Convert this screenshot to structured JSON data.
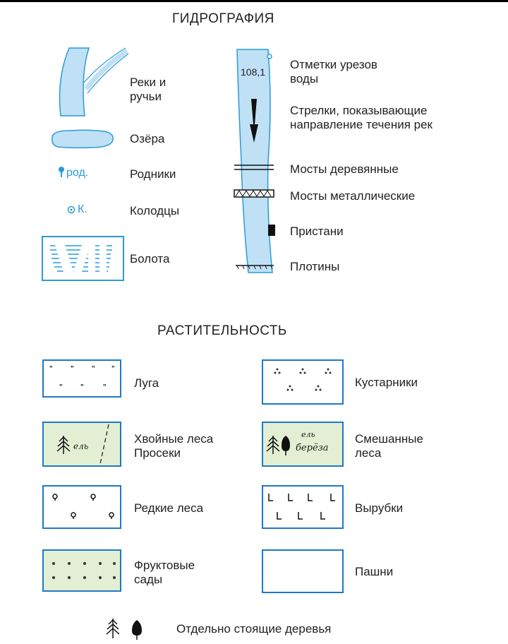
{
  "hydrography": {
    "title": "ГИДРОГРАФИЯ",
    "left": [
      {
        "label": "Реки и ручьи",
        "line1": "Реки и",
        "line2": "ручьи"
      },
      {
        "label": "Озёра"
      },
      {
        "label": "Родники",
        "symbol_text": "род."
      },
      {
        "label": "Колодцы",
        "symbol_text": "К."
      },
      {
        "label": "Болота"
      }
    ],
    "right": [
      {
        "line1": "Отметки урезов",
        "line2": "воды",
        "symbol_text": "108,1"
      },
      {
        "line1": "Стрелки, показывающие",
        "line2": "направление течения рек"
      },
      {
        "label": "Мосты деревянные"
      },
      {
        "label": "Мосты металлические"
      },
      {
        "label": "Пристани"
      },
      {
        "label": "Плотины"
      }
    ]
  },
  "vegetation": {
    "title": "РАСТИТЕЛЬНОСТЬ",
    "items": [
      {
        "label": "Луга"
      },
      {
        "label": "Кустарники"
      },
      {
        "line1": "Хвойные  леса",
        "line2": "Просеки",
        "symbol_text": "ель"
      },
      {
        "line1": "Смешанные",
        "line2": "леса",
        "symbol_text1": "ель",
        "symbol_text2": "берёза"
      },
      {
        "label": "Редкие  леса"
      },
      {
        "label": "Вырубки"
      },
      {
        "line1": "Фруктовые",
        "line2": "сады"
      },
      {
        "label": "Пашни"
      }
    ],
    "footer": "Отдельно стоящие деревья"
  },
  "colors": {
    "water": "#bfe0f5",
    "water_outline": "#2a9bd6",
    "box_border": "#1e78c8",
    "forest_fill": "#e3efd2"
  }
}
